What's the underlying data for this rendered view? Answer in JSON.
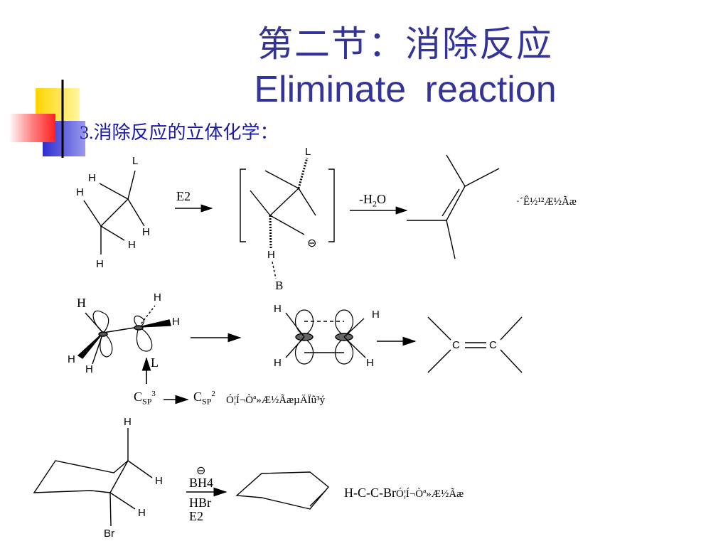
{
  "title": {
    "chinese": "第二节：消除反应",
    "english": "Eliminate  reaction"
  },
  "section": {
    "number": "3.",
    "heading": "消除反应的立体化学："
  },
  "row1": {
    "atoms_left": [
      "L",
      "H",
      "H",
      "H",
      "H",
      "H"
    ],
    "arrow1_label": "E2",
    "transition_atoms": [
      "L",
      "H",
      "B"
    ],
    "charge": "⊖",
    "arrow2_label_prefix": "-H",
    "arrow2_label_sub": "2",
    "arrow2_label_suffix": "O",
    "note": "·´Ê½¹²Æ½Ãæ"
  },
  "row2": {
    "atoms_left": [
      "H",
      "H",
      "H",
      "H",
      "H",
      "L"
    ],
    "orbital_atoms": [
      "H",
      "H",
      "H",
      "H"
    ],
    "alkene_atoms": [
      "C",
      "C"
    ],
    "hyb_from": "C",
    "hyb_from_sub": "SP",
    "hyb_from_sup": "3",
    "hyb_to": "C",
    "hyb_to_sub": "SP",
    "hyb_to_sup": "2",
    "note": "Ó¦Í¬Òª»Æ½ÃæµÄÏû³ý"
  },
  "row3": {
    "atoms": [
      "H",
      "H",
      "H",
      "Br"
    ],
    "charge": "⊖",
    "reagent_top": "BH4",
    "reagent_mid": "HBr",
    "reagent_bottom": "E2",
    "note_prefix": "H-C-C-Br",
    "note": "Ó¦Í¬Òª»Æ½Ãæ"
  }
}
